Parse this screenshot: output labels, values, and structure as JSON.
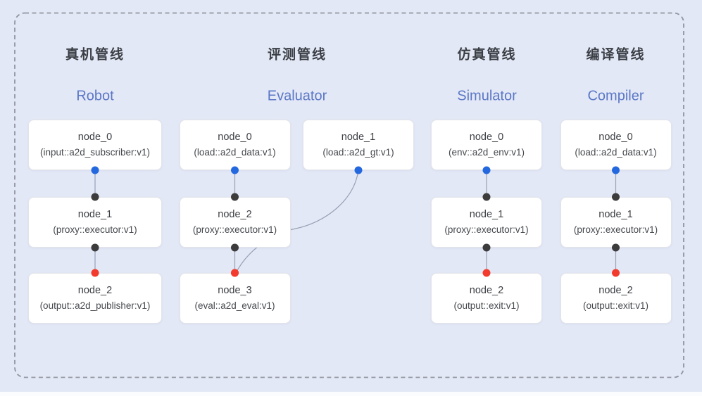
{
  "diagram": {
    "background": "#e3e8f6",
    "colors": {
      "port_blue": "#2468df",
      "port_red": "#f23b2d",
      "port_black": "#3c3c3c",
      "edge": "#97a1b4",
      "title_zh": "#3a3e44",
      "title_en": "#5b77c6",
      "border_dash": "#90959f"
    },
    "pipelines": [
      {
        "title_zh": "真机管线",
        "title_en": "Robot",
        "nodes": [
          {
            "id": "node_0",
            "label": "node_0",
            "sublabel": "(input::a2d_subscriber:v1)"
          },
          {
            "id": "node_1",
            "label": "node_1",
            "sublabel": "(proxy::executor:v1)"
          },
          {
            "id": "node_2",
            "label": "node_2",
            "sublabel": "(output::a2d_publisher:v1)"
          }
        ],
        "edges": [
          {
            "from": "node_0",
            "to": "node_1",
            "from_port": "blue",
            "to_port": "black"
          },
          {
            "from": "node_1",
            "to": "node_2",
            "from_port": "black",
            "to_port": "red"
          }
        ]
      },
      {
        "title_zh": "评测管线",
        "title_en": "Evaluator",
        "nodes": [
          {
            "id": "node_0",
            "label": "node_0",
            "sublabel": "(load::a2d_data:v1)"
          },
          {
            "id": "node_1",
            "label": "node_1",
            "sublabel": "(load::a2d_gt:v1)"
          },
          {
            "id": "node_2",
            "label": "node_2",
            "sublabel": "(proxy::executor:v1)"
          },
          {
            "id": "node_3",
            "label": "node_3",
            "sublabel": "(eval::a2d_eval:v1)"
          }
        ],
        "edges": [
          {
            "from": "node_0",
            "to": "node_2",
            "from_port": "blue",
            "to_port": "black"
          },
          {
            "from": "node_2",
            "to": "node_3",
            "from_port": "black",
            "to_port": "red"
          },
          {
            "from": "node_1",
            "to": "node_3",
            "from_port": "blue",
            "to_port": "red",
            "curved": true
          }
        ]
      },
      {
        "title_zh": "仿真管线",
        "title_en": "Simulator",
        "nodes": [
          {
            "id": "node_0",
            "label": "node_0",
            "sublabel": "(env::a2d_env:v1)"
          },
          {
            "id": "node_1",
            "label": "node_1",
            "sublabel": "(proxy::executor:v1)"
          },
          {
            "id": "node_2",
            "label": "node_2",
            "sublabel": "(output::exit:v1)"
          }
        ],
        "edges": [
          {
            "from": "node_0",
            "to": "node_1",
            "from_port": "blue",
            "to_port": "black"
          },
          {
            "from": "node_1",
            "to": "node_2",
            "from_port": "black",
            "to_port": "red"
          }
        ]
      },
      {
        "title_zh": "编译管线",
        "title_en": "Compiler",
        "nodes": [
          {
            "id": "node_0",
            "label": "node_0",
            "sublabel": "(load::a2d_data:v1)"
          },
          {
            "id": "node_1",
            "label": "node_1",
            "sublabel": "(proxy::executor:v1)"
          },
          {
            "id": "node_2",
            "label": "node_2",
            "sublabel": "(output::exit:v1)"
          }
        ],
        "edges": [
          {
            "from": "node_0",
            "to": "node_1",
            "from_port": "blue",
            "to_port": "black"
          },
          {
            "from": "node_1",
            "to": "node_2",
            "from_port": "black",
            "to_port": "red"
          }
        ]
      }
    ]
  }
}
